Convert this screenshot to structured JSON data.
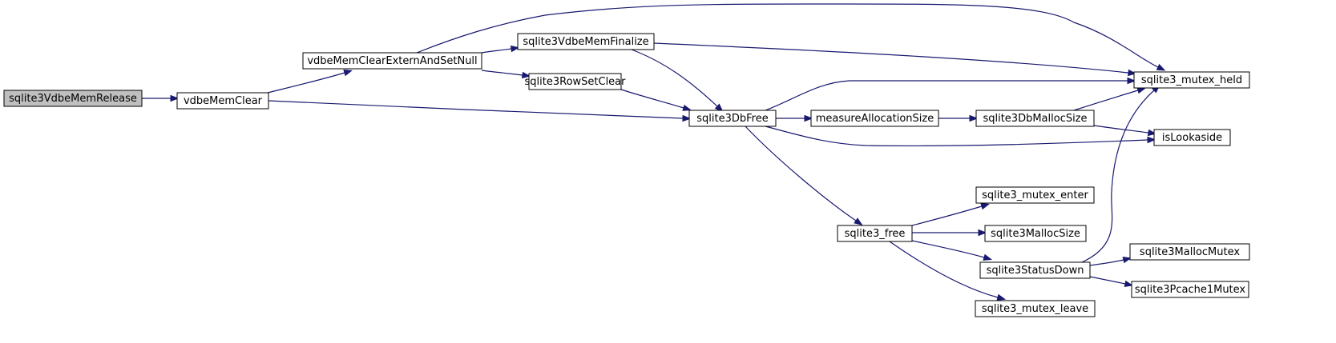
{
  "colors": {
    "edge": "#191970",
    "node_border": "#000000",
    "root_fill": "#bfbfbf",
    "node_fill": "#ffffff"
  },
  "nodes": [
    {
      "id": "release",
      "label": "sqlite3VdbeMemRelease",
      "root": true
    },
    {
      "id": "memclear",
      "label": "vdbeMemClear"
    },
    {
      "id": "externnull",
      "label": "vdbeMemClearExternAndSetNull"
    },
    {
      "id": "finalize",
      "label": "sqlite3VdbeMemFinalize"
    },
    {
      "id": "rowset",
      "label": "sqlite3RowSetClear"
    },
    {
      "id": "dbfree",
      "label": "sqlite3DbFree"
    },
    {
      "id": "measure",
      "label": "measureAllocationSize"
    },
    {
      "id": "dbmallocsize",
      "label": "sqlite3DbMallocSize"
    },
    {
      "id": "mutexheld",
      "label": "sqlite3_mutex_held"
    },
    {
      "id": "islookaside",
      "label": "isLookaside"
    },
    {
      "id": "free",
      "label": "sqlite3_free"
    },
    {
      "id": "mutexenter",
      "label": "sqlite3_mutex_enter"
    },
    {
      "id": "mallocsize",
      "label": "sqlite3MallocSize"
    },
    {
      "id": "statusdown",
      "label": "sqlite3StatusDown"
    },
    {
      "id": "mutexleave",
      "label": "sqlite3_mutex_leave"
    },
    {
      "id": "mallocmutex",
      "label": "sqlite3MallocMutex"
    },
    {
      "id": "pcache1mutex",
      "label": "sqlite3Pcache1Mutex"
    }
  ],
  "edges": [
    {
      "from": "release",
      "to": "memclear"
    },
    {
      "from": "memclear",
      "to": "externnull"
    },
    {
      "from": "memclear",
      "to": "dbfree"
    },
    {
      "from": "externnull",
      "to": "mutexheld"
    },
    {
      "from": "externnull",
      "to": "finalize"
    },
    {
      "from": "externnull",
      "to": "rowset"
    },
    {
      "from": "finalize",
      "to": "mutexheld"
    },
    {
      "from": "finalize",
      "to": "dbfree"
    },
    {
      "from": "rowset",
      "to": "dbfree"
    },
    {
      "from": "dbfree",
      "to": "mutexheld"
    },
    {
      "from": "dbfree",
      "to": "measure"
    },
    {
      "from": "dbfree",
      "to": "islookaside"
    },
    {
      "from": "dbfree",
      "to": "free"
    },
    {
      "from": "measure",
      "to": "dbmallocsize"
    },
    {
      "from": "dbmallocsize",
      "to": "mutexheld"
    },
    {
      "from": "dbmallocsize",
      "to": "islookaside"
    },
    {
      "from": "free",
      "to": "mutexenter"
    },
    {
      "from": "free",
      "to": "mallocsize"
    },
    {
      "from": "free",
      "to": "statusdown"
    },
    {
      "from": "free",
      "to": "mutexleave"
    },
    {
      "from": "statusdown",
      "to": "mutexheld"
    },
    {
      "from": "statusdown",
      "to": "mallocmutex"
    },
    {
      "from": "statusdown",
      "to": "pcache1mutex"
    }
  ]
}
